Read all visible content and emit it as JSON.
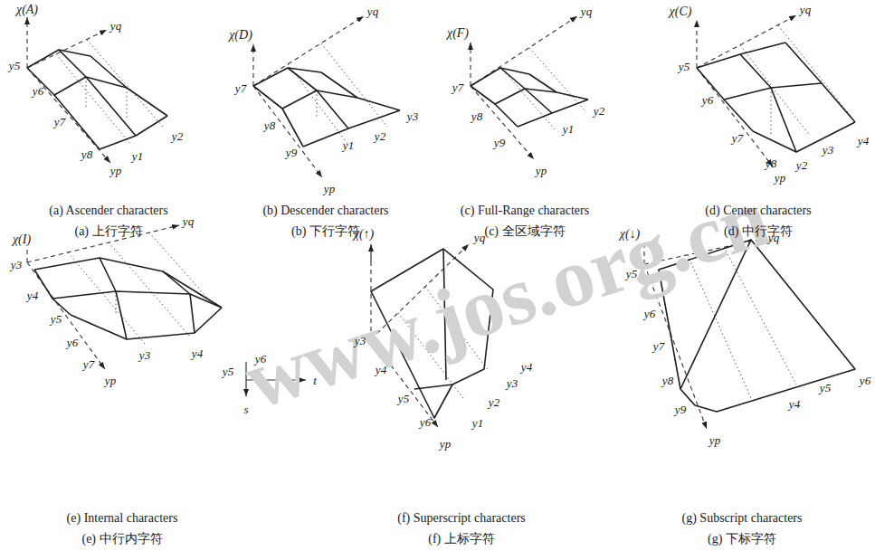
{
  "diagram": {
    "labels": [
      "(a) Ascender characters",
      "(a) 上行字符",
      "(b) Descender characters",
      "(b) 下行字符",
      "(c) Full-Range characters",
      "(c) 全区域字符",
      "(d) Center characters",
      "(d) 中行字符",
      "(e) Internal characters",
      "(e) 中行内字符",
      "(f) Superscript characters",
      "(f) 上标字符",
      "(g) Subscript characters",
      "(g) 下标字符",
      "χ(A)",
      "yq",
      "y5",
      "y6",
      "y7",
      "y8",
      "yp",
      "y1",
      "y2",
      "χ(D)",
      "yq",
      "y7",
      "y8",
      "y9",
      "yp",
      "y1",
      "y2",
      "y3",
      "χ(F)",
      "yq",
      "y7",
      "y8",
      "y9",
      "yp",
      "y1",
      "y2",
      "χ(C)",
      "yq",
      "y5",
      "y6",
      "y7",
      "y8",
      "yp",
      "y2",
      "y3",
      "y4",
      "χ(I)",
      "yq",
      "y3",
      "y4",
      "y5",
      "y6",
      "y7",
      "yp",
      "y3",
      "y4",
      "y5",
      "y6",
      "t",
      "s",
      "χ(↑)",
      "yq",
      "y3",
      "y4",
      "y5",
      "y6",
      "yp",
      "y1",
      "y2",
      "y3",
      "y4",
      "χ(↓)",
      "yq",
      "y5",
      "y6",
      "y7",
      "y8",
      "y9",
      "yp",
      "y4",
      "y5",
      "y6",
      "www.jos.org.cn"
    ]
  }
}
